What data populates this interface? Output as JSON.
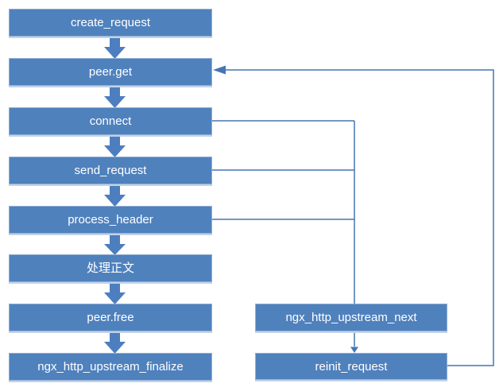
{
  "diagram": {
    "kind": "flowchart",
    "main_flow": [
      {
        "label": "create_request"
      },
      {
        "label": "peer.get"
      },
      {
        "label": "connect"
      },
      {
        "label": "send_request"
      },
      {
        "label": "process_header"
      },
      {
        "label": "处理正文"
      },
      {
        "label": "peer.free"
      },
      {
        "label": "ngx_http_upstream_finalize"
      }
    ],
    "side_flow": [
      {
        "label": "ngx_http_upstream_next"
      },
      {
        "label": "reinit_request"
      }
    ],
    "connections": [
      "create_request -> peer.get",
      "peer.get -> connect",
      "connect -> send_request",
      "send_request -> process_header",
      "process_header -> 处理正文",
      "处理正文 -> peer.free",
      "peer.free -> ngx_http_upstream_finalize",
      "connect -> ngx_http_upstream_next",
      "send_request -> ngx_http_upstream_next",
      "process_header -> ngx_http_upstream_next",
      "ngx_http_upstream_next -> reinit_request",
      "reinit_request -> peer.get"
    ],
    "colors": {
      "node_fill": "#4f81bd",
      "node_border": "#92afd4",
      "node_text": "#ffffff",
      "block_arrow": "#4d7ebf",
      "connector_line": "#4575b4",
      "background": "#ffffff"
    }
  }
}
